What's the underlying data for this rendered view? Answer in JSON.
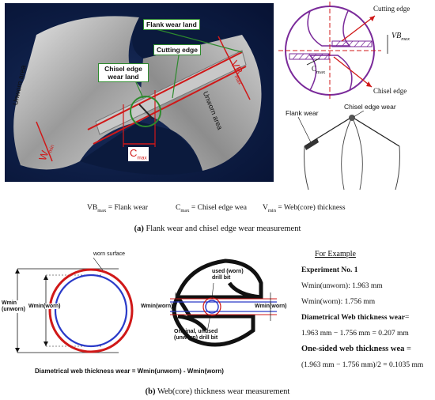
{
  "photo": {
    "flank_wear_land": "Flank wear land",
    "cutting_edge": "Cutting edge",
    "chisel_edge_wear_land": "Chisel edge wear land",
    "unworn_area_left": "Unworn area",
    "unworn_area_right": "Unworn area",
    "vb_max": "VB",
    "vb_max_sub": "max",
    "w_min": "W",
    "w_min_sub": "min",
    "c_max": "C",
    "c_max_sub": "max"
  },
  "schematic": {
    "cutting_edge": "Cutting edge",
    "chisel_edge": "Chisel edge",
    "vb_max": "VB",
    "vb_max_sub": "max",
    "c_max": "C",
    "c_max_sub": "max",
    "flank_wear": "Flank wear",
    "chisel_edge_wear": "Chisel edge wear"
  },
  "legend": {
    "vb": "VB",
    "vb_sub": "max",
    "vb_text": " = Flank wear",
    "c": "C",
    "c_sub": "max",
    "c_text": " = Chisel edge wea",
    "v": "V",
    "v_sub": "min",
    "v_text": " = Web(core) thickness"
  },
  "caption_a": {
    "letter": "(a)",
    "text": " Flank wear and chisel edge wear measurement"
  },
  "web_diagram": {
    "worn_surface": "worn surface",
    "wmin_unworn": "Wmin (unworn)",
    "wmin_worn": "Wmin(worn)",
    "used_drill": "used (worn) drill bit",
    "wmin_worn_left": "Wmin(worn)",
    "wmin_worn_right": "Wmin(worn)",
    "original_drill": "Original, unused (unworn) drill bit",
    "formula": "Diametrical web thickness wear = Wmin(unworn) - Wmin(worn)"
  },
  "example": {
    "heading": "For Example",
    "experiment": "Experiment No. 1",
    "wmin_unworn": "Wmin(unworn): 1.963 mm",
    "wmin_worn": "Wmin(worn): 1.756 mm",
    "diam_label": "Diametrical Web thickness wear",
    "diam_eq": "=",
    "diam_calc": "1.963 mm − 1.756 mm = 0.207 mm",
    "one_sided_label": "One-sided web thickness wea",
    "one_sided_eq": " =",
    "one_sided_calc": "(1.963 mm − 1.756 mm)/2 = 0.1035 mm"
  },
  "caption_b": {
    "letter": "(b)",
    "text": " Web(core) thickness wear measurement"
  },
  "colors": {
    "photo_bg": "#0d1d44",
    "measure_red": "#d01818",
    "label_green": "#2d8a2d",
    "drill_purple": "#7a2a9a",
    "worn_blue": "#2a3ac8"
  }
}
